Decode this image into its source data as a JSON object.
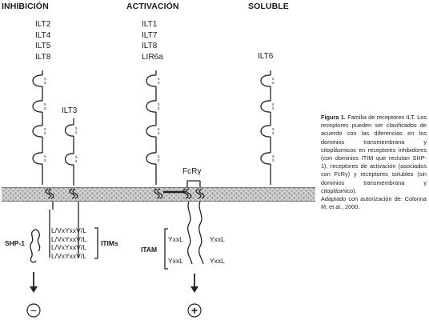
{
  "headers": {
    "inhibition": "INHIBICIÓN",
    "activation": "ACTIVACIÓN",
    "soluble": "SOLUBLE"
  },
  "receptors": {
    "inhibition": [
      "ILT2",
      "ILT4",
      "ILT5",
      "ILT8"
    ],
    "ilt3": "ILT3",
    "activation": [
      "ILT1",
      "ILT7",
      "ILT8",
      "LIR6a"
    ],
    "soluble": "ILT6",
    "fcr": "FcRγ"
  },
  "motifs": {
    "itim_sequences": [
      "L/VxYxxV/L",
      "L/VxYxxV/L",
      "L/VxYxxV/L",
      "L/VxYxxV/L"
    ],
    "itims_label": "ITIMs",
    "shp1": "SHP-1",
    "itam_label": "ITAM",
    "yxxl": "YxxL"
  },
  "signals": {
    "negative": "−",
    "positive": "+"
  },
  "caption": {
    "figure": "Figura 1.",
    "text": " Familia de receptores ILT. Los receptores pueden ser clasificados de acuerdo con las diferencias en los dominios transmembrana y citoplásmicos en receptores inhibidores (con dominios ITIM que reclutan SHP-1), receptores de activación (asociados con FcRγ) y receptores solubles (sin dominios transmembrana y citoplásmico).",
    "adapted": "Adaptado con autorización de: Colonna M, et al., 2000."
  }
}
